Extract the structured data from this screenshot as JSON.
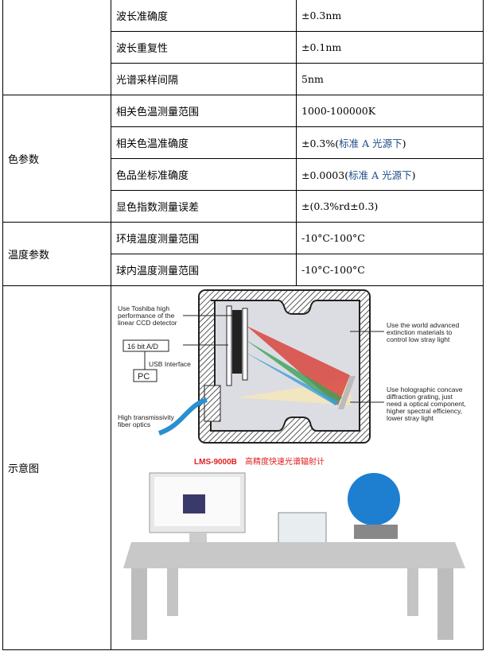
{
  "rows": [
    {
      "category": "",
      "param": "波长准确度",
      "value": "±0.3nm"
    },
    {
      "param": "波长重复性",
      "value": "±0.1nm"
    },
    {
      "param": "光谱采样间隔",
      "value": "5nm"
    },
    {
      "category": "色参数",
      "param": "相关色温测量范围",
      "value": "1000-100000K"
    },
    {
      "param": "相关色温准确度",
      "value": "±0.3%(",
      "value_blue": "标准 A 光源下",
      "value_end": ")"
    },
    {
      "param": "色品坐标准确度",
      "value": "±0.0003(",
      "value_blue": "标准 A 光源下",
      "value_end": ")"
    },
    {
      "param": "显色指数测量误差",
      "value": "±(0.3%rd±0.3)"
    },
    {
      "category": "温度参数",
      "param": "环境温度测量范围",
      "value": "-10°C-100°C"
    },
    {
      "param": "球内温度测量范围",
      "value": "-10°C-100°C"
    }
  ],
  "diagram": {
    "category": "示意图",
    "ccd_label": [
      "Use Toshiba high",
      "performance of the",
      "linear CCD detector"
    ],
    "ad_label": "16 bit A/D",
    "usb_label": "USB Interface",
    "pc_label": "PC",
    "fiber_label": [
      "High transmissivity",
      "fiber optics"
    ],
    "extinction_label": [
      "Use the world advanced",
      "extinction materials to",
      "control low stray light"
    ],
    "grating_label": [
      "Use holographic concave",
      "diffraction grating, just",
      "need a optical component,",
      "higher spectral efficiency,",
      " lower stray light"
    ],
    "model": "LMS-9000B",
    "product_name": "高精度快速光谱辐射计"
  }
}
